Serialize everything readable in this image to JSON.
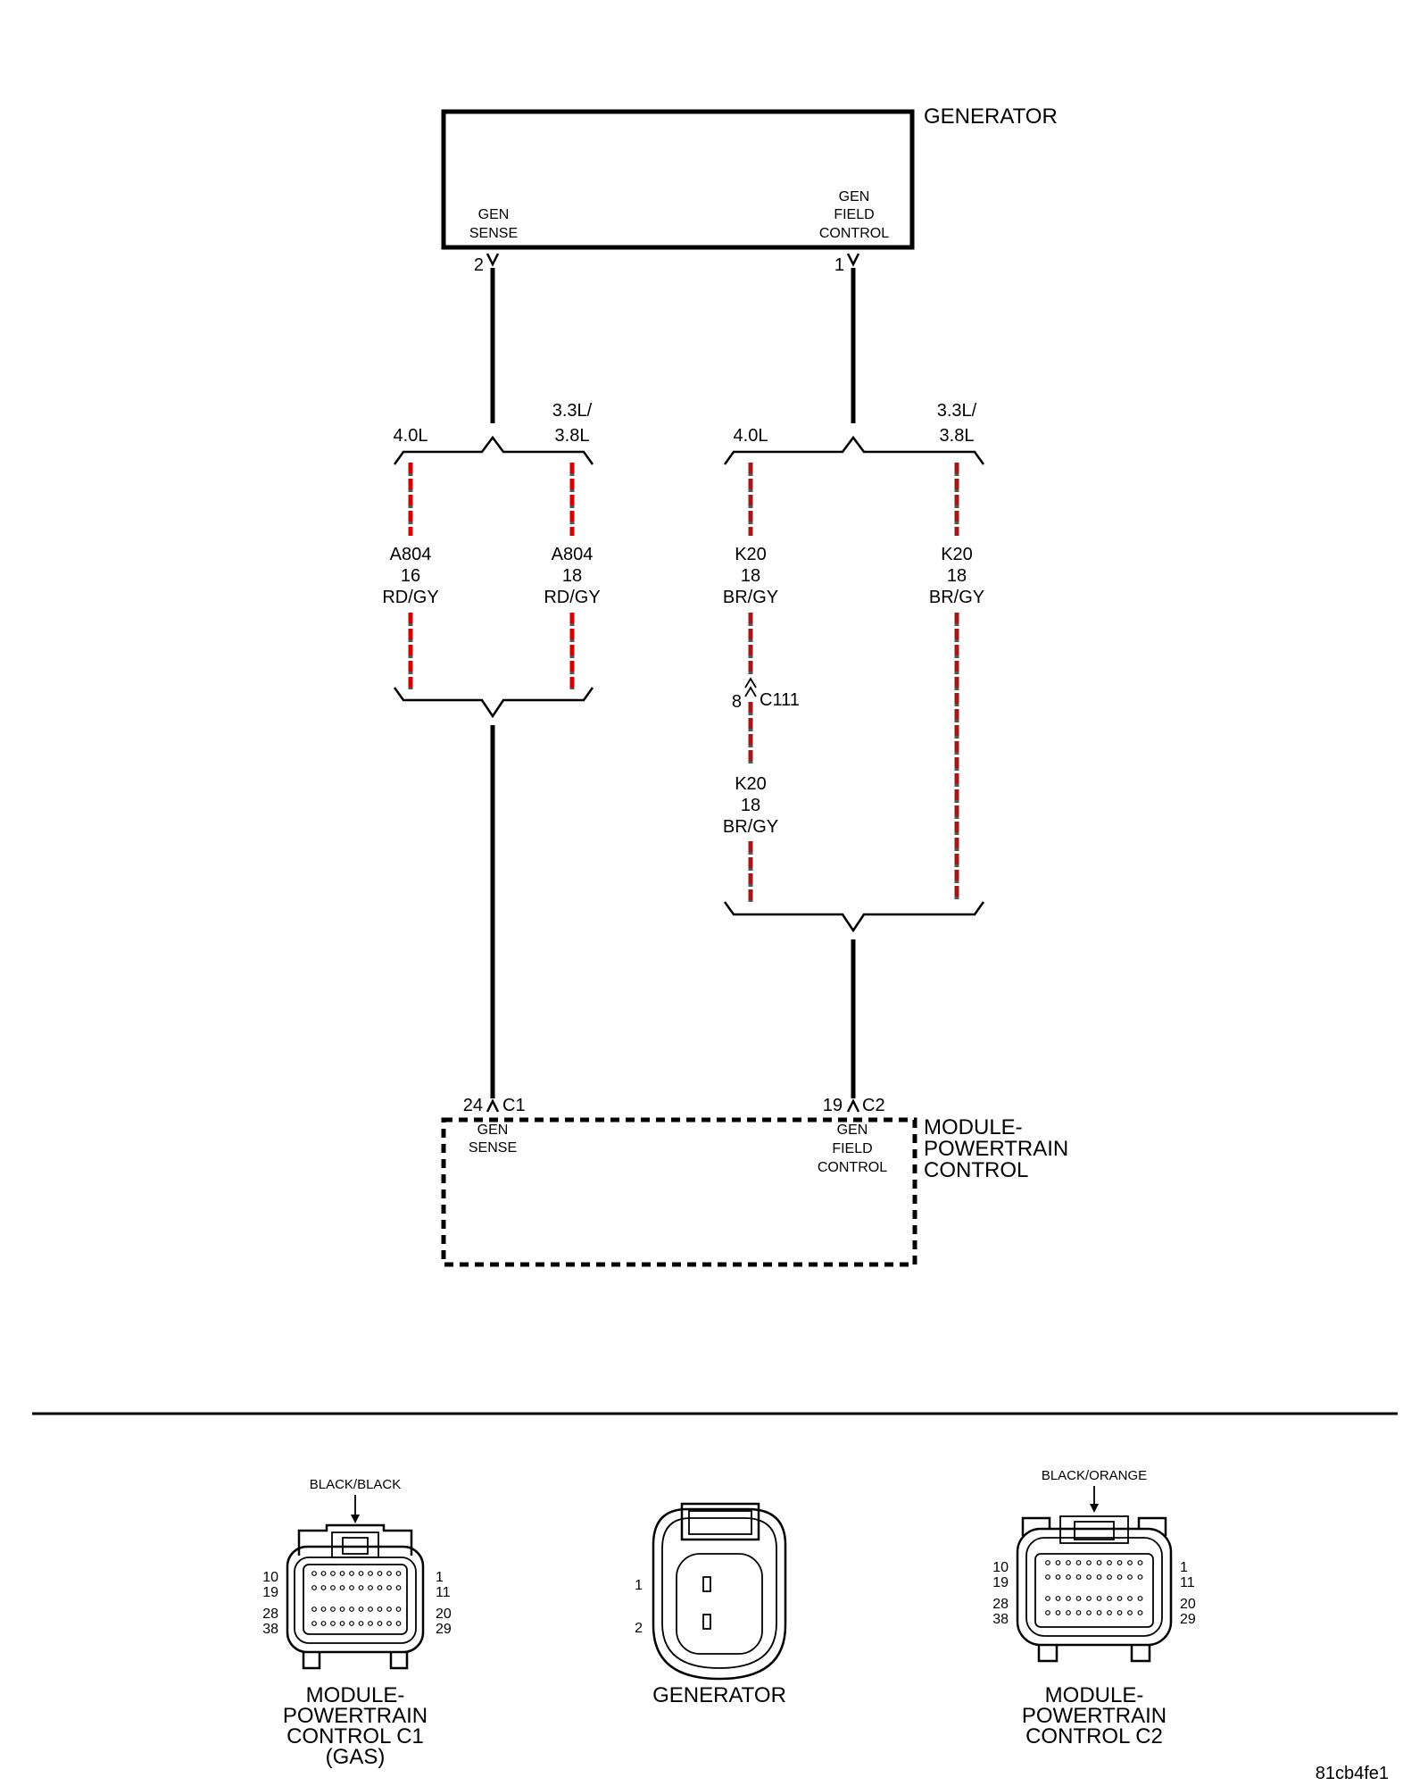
{
  "generator": {
    "title": "GENERATOR",
    "pin_left_label": [
      "GEN",
      "SENSE"
    ],
    "pin_left_number": "2",
    "pin_right_label": [
      "GEN",
      "FIELD",
      "CONTROL"
    ],
    "pin_right_number": "1"
  },
  "splits": {
    "left_a": "4.0L",
    "left_b": [
      "3.3L/",
      "3.8L"
    ],
    "right_a": "4.0L",
    "right_b": [
      "3.3L/",
      "3.8L"
    ]
  },
  "wires": {
    "a804_4": [
      "A804",
      "16",
      "RD/GY"
    ],
    "a804_33": [
      "A804",
      "18",
      "RD/GY"
    ],
    "k20_4_upper": [
      "K20",
      "18",
      "BR/GY"
    ],
    "k20_4_lower": [
      "K20",
      "18",
      "BR/GY"
    ],
    "k20_33": [
      "K20",
      "18",
      "BR/GY"
    ]
  },
  "inline_connector": {
    "pin": "8",
    "name": "C111"
  },
  "pcm": {
    "title": [
      "MODULE-",
      "POWERTRAIN",
      "CONTROL"
    ],
    "left_pin": "24",
    "left_conn": "C1",
    "left_label": [
      "GEN",
      "SENSE"
    ],
    "right_pin": "19",
    "right_conn": "C2",
    "right_label": [
      "GEN",
      "FIELD",
      "CONTROL"
    ]
  },
  "connectors": {
    "c1": {
      "color": "BLACK/BLACK",
      "caption": [
        "MODULE-",
        "POWERTRAIN",
        "CONTROL C1",
        "(GAS)"
      ],
      "left_pins": [
        "10",
        "19",
        "28",
        "38"
      ],
      "right_pins": [
        "1",
        "11",
        "20",
        "29"
      ]
    },
    "gen": {
      "caption": [
        "GENERATOR"
      ],
      "pins": [
        "1",
        "2"
      ]
    },
    "c2": {
      "color": "BLACK/ORANGE",
      "caption": [
        "MODULE-",
        "POWERTRAIN",
        "CONTROL C2"
      ],
      "left_pins": [
        "10",
        "19",
        "28",
        "38"
      ],
      "right_pins": [
        "1",
        "11",
        "20",
        "29"
      ]
    }
  },
  "figure_id": "81cb4fe1"
}
